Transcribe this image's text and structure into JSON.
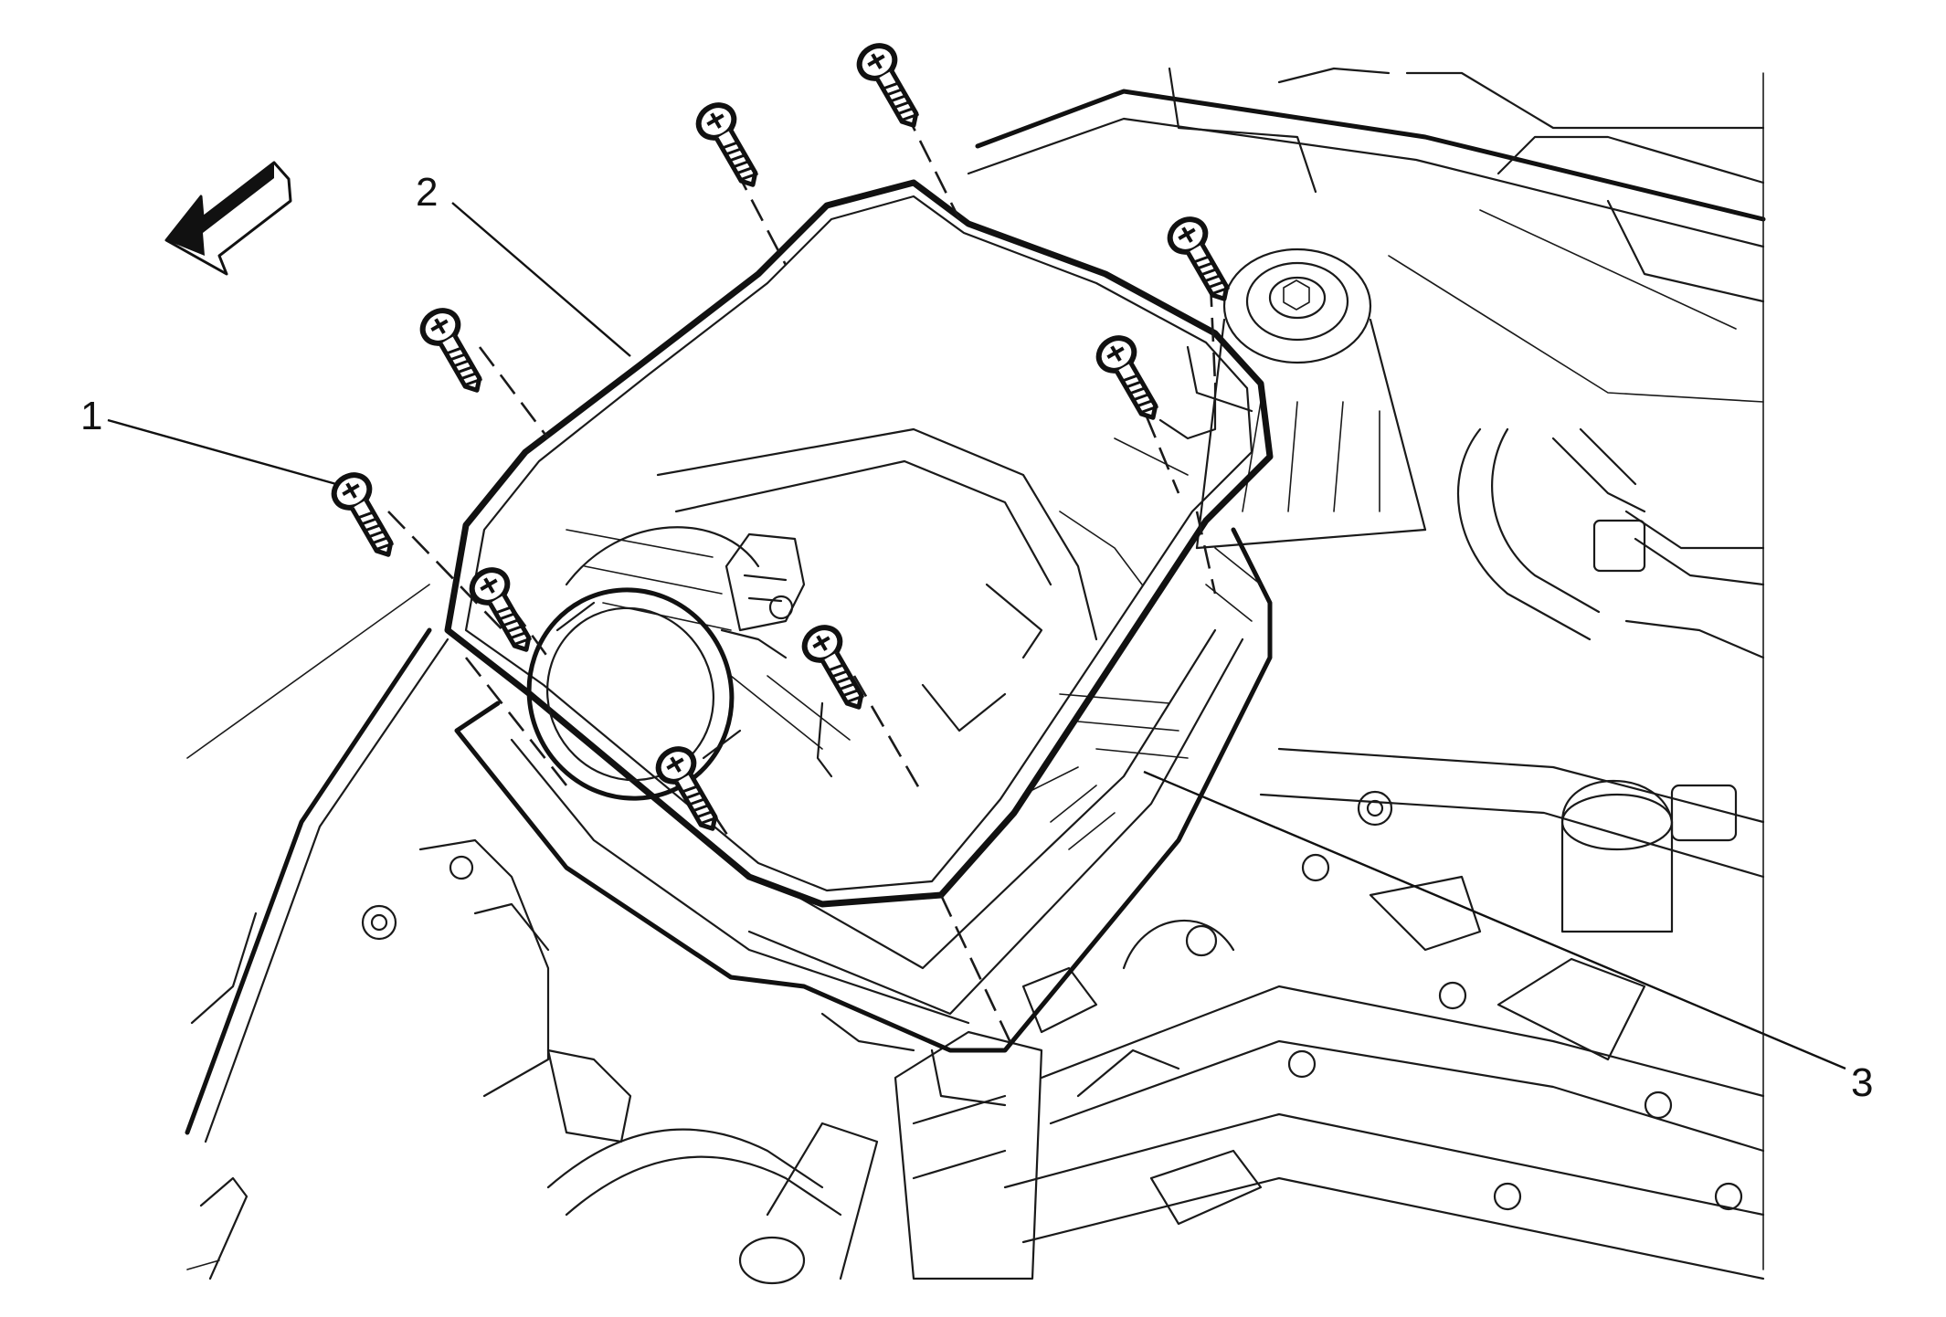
{
  "diagram": {
    "callouts": [
      {
        "id": "1",
        "label": "1"
      },
      {
        "id": "2",
        "label": "2"
      },
      {
        "id": "3",
        "label": "3"
      }
    ],
    "colors": {
      "line": "#111111",
      "background": "#ffffff"
    },
    "icons": {
      "direction_arrow": "front-of-vehicle-arrow-icon",
      "bolt": "bolt-icon"
    }
  }
}
